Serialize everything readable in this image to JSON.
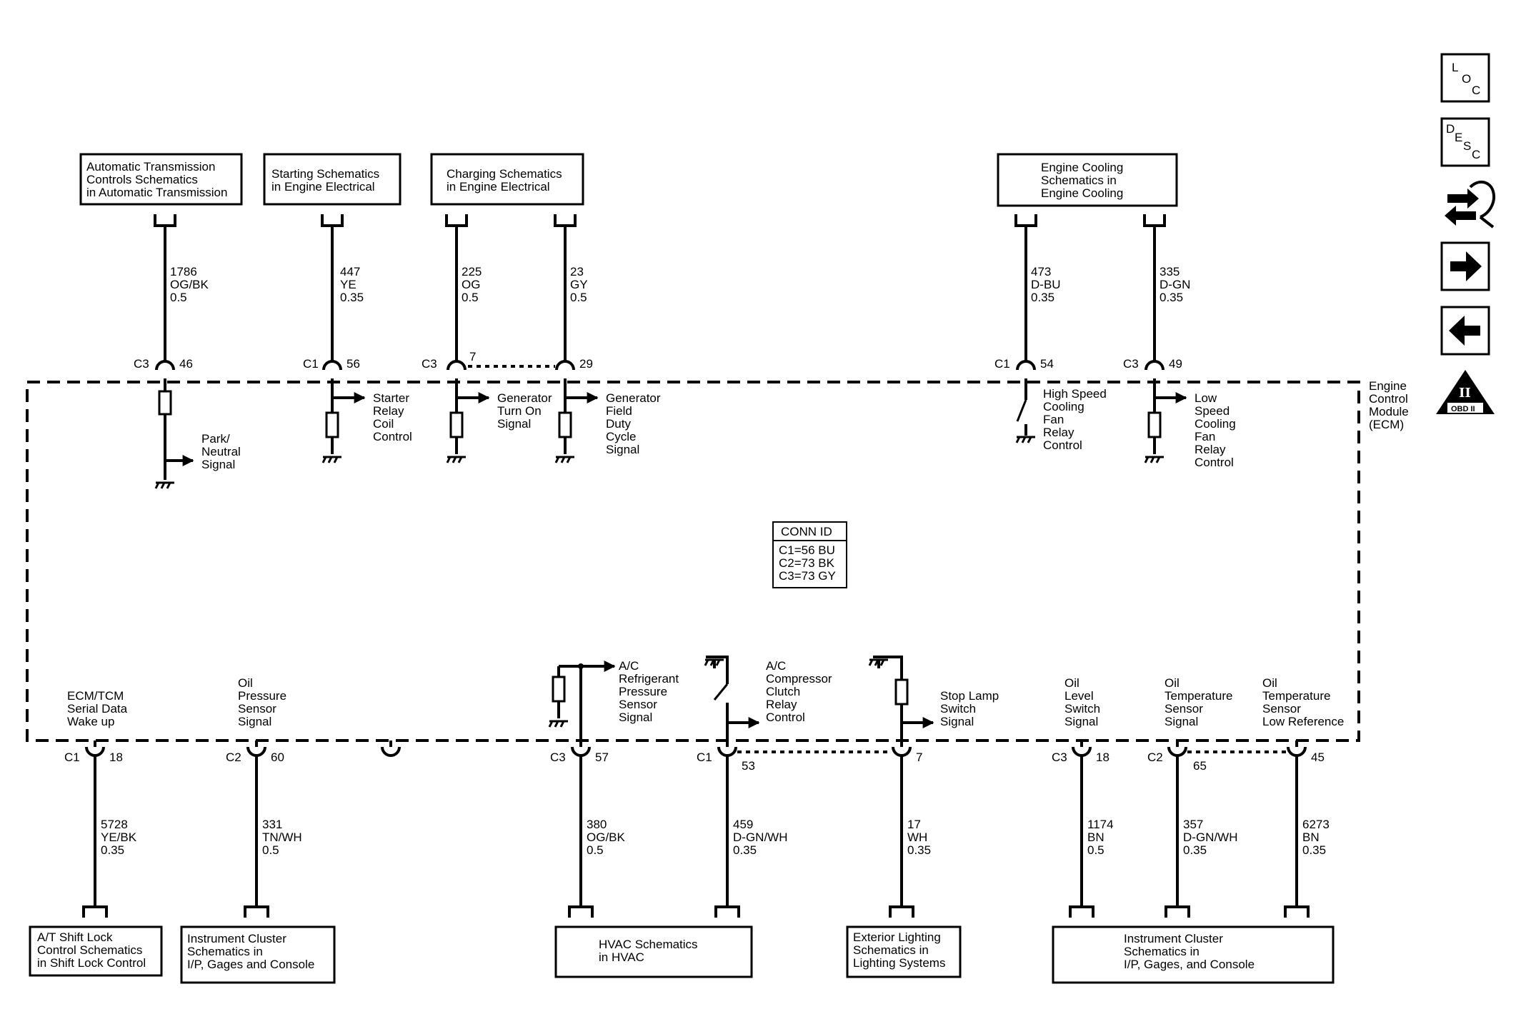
{
  "top_boxes": [
    {
      "lines": [
        "Automatic Transmission",
        "Controls Schematics",
        "in Automatic Transmission"
      ]
    },
    {
      "lines": [
        "Starting Schematics",
        "in Engine Electrical"
      ]
    },
    {
      "lines": [
        "Charging Schematics",
        "in Engine Electrical"
      ]
    },
    {
      "lines": [
        "Engine Cooling",
        "Schematics in",
        "Engine Cooling"
      ]
    }
  ],
  "bottom_boxes": [
    {
      "lines": [
        "A/T Shift Lock",
        "Control Schematics",
        "in Shift Lock Control"
      ]
    },
    {
      "lines": [
        "Instrument Cluster",
        "Schematics in",
        "I/P, Gages and Console"
      ]
    },
    {
      "lines": [
        "HVAC Schematics",
        "in HVAC"
      ]
    },
    {
      "lines": [
        "Exterior Lighting",
        "Schematics in",
        "Lighting Systems"
      ]
    },
    {
      "lines": [
        "Instrument Cluster",
        "Schematics in",
        "I/P, Gages, and Console"
      ]
    }
  ],
  "top_circuits": [
    {
      "circuit": "1786",
      "color": "OG/BK",
      "gauge": "0.5",
      "connector": "C3",
      "pin": "46"
    },
    {
      "circuit": "447",
      "color": "YE",
      "gauge": "0.35",
      "connector": "C1",
      "pin": "56"
    },
    {
      "circuit": "225",
      "color": "OG",
      "gauge": "0.5",
      "connector": "C3",
      "pin": "7"
    },
    {
      "circuit": "23",
      "color": "GY",
      "gauge": "0.5",
      "connector": "",
      "pin": "29"
    },
    {
      "circuit": "473",
      "color": "D-BU",
      "gauge": "0.35",
      "connector": "C1",
      "pin": "54"
    },
    {
      "circuit": "335",
      "color": "D-GN",
      "gauge": "0.35",
      "connector": "C3",
      "pin": "49"
    }
  ],
  "bottom_circuits": [
    {
      "circuit": "5728",
      "color": "YE/BK",
      "gauge": "0.35",
      "connector": "C1",
      "pin": "18"
    },
    {
      "circuit": "331",
      "color": "TN/WH",
      "gauge": "0.5",
      "connector": "C2",
      "pin": "60"
    },
    {
      "circuit": "380",
      "color": "OG/BK",
      "gauge": "0.5",
      "connector": "C3",
      "pin": "57"
    },
    {
      "circuit": "459",
      "color": "D-GN/WH",
      "gauge": "0.35",
      "connector": "C1",
      "pin": "53"
    },
    {
      "circuit": "17",
      "color": "WH",
      "gauge": "0.35",
      "connector": "",
      "pin": "7"
    },
    {
      "circuit": "1174",
      "color": "BN",
      "gauge": "0.5",
      "connector": "C3",
      "pin": "18"
    },
    {
      "circuit": "357",
      "color": "D-GN/WH",
      "gauge": "0.35",
      "connector": "C2",
      "pin": "65"
    },
    {
      "circuit": "6273",
      "color": "BN",
      "gauge": "0.35",
      "connector": "",
      "pin": "45"
    }
  ],
  "top_signals": [
    {
      "lines": [
        "Park/",
        "Neutral",
        "Signal"
      ]
    },
    {
      "lines": [
        "Starter",
        "Relay",
        "Coil",
        "Control"
      ]
    },
    {
      "lines": [
        "Generator",
        "Turn On",
        "Signal"
      ]
    },
    {
      "lines": [
        "Generator",
        "Field",
        "Duty",
        "Cycle",
        "Signal"
      ]
    },
    {
      "lines": [
        "High Speed",
        "Cooling",
        "Fan",
        "Relay",
        "Control"
      ]
    },
    {
      "lines": [
        "Low",
        "Speed",
        "Cooling",
        "Fan",
        "Relay",
        "Control"
      ]
    }
  ],
  "bottom_signals": [
    {
      "lines": [
        "ECM/TCM",
        "Serial Data",
        "Wake up"
      ]
    },
    {
      "lines": [
        "Oil",
        "Pressure",
        "Sensor",
        "Signal"
      ]
    },
    {
      "lines": [
        "A/C",
        "Refrigerant",
        "Pressure",
        "Sensor",
        "Signal"
      ]
    },
    {
      "lines": [
        "A/C",
        "Compressor",
        "Clutch",
        "Relay",
        "Control"
      ]
    },
    {
      "lines": [
        "Stop Lamp",
        "Switch",
        "Signal"
      ]
    },
    {
      "lines": [
        "Oil",
        "Level",
        "Switch",
        "Signal"
      ]
    },
    {
      "lines": [
        "Oil",
        "Temperature",
        "Sensor",
        "Signal"
      ]
    },
    {
      "lines": [
        "Oil",
        "Temperature",
        "Sensor",
        "Low Reference"
      ]
    }
  ],
  "module": {
    "lines": [
      "Engine",
      "Control",
      "Module",
      "(ECM)"
    ]
  },
  "conn_id": {
    "title": "CONN ID",
    "lines": [
      "C1=56 BU",
      "C2=73 BK",
      "C3=73 GY"
    ]
  },
  "nav": {
    "loc": {
      "l1": "L",
      "l2": "O",
      "l3": "C"
    },
    "desc": {
      "l1": "D",
      "l2": "E",
      "l3": "S",
      "l4": "C"
    },
    "obd": {
      "numeral": "II",
      "label": "OBD II"
    },
    "icons": [
      "connector-view-icon",
      "next-arrow-icon",
      "previous-arrow-icon"
    ]
  }
}
